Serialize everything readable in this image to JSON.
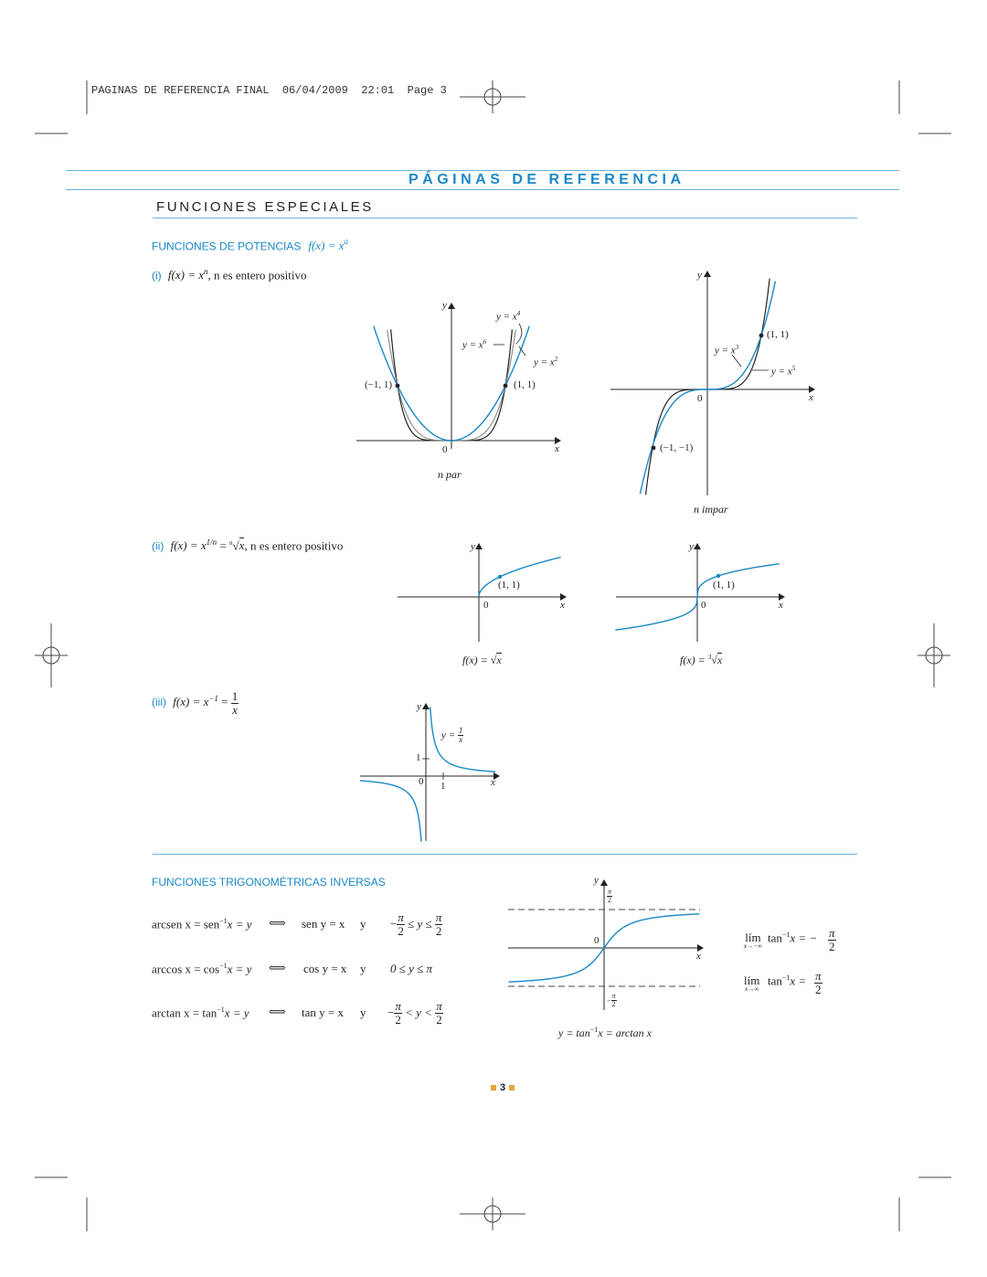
{
  "slug_line": "PAGINAS DE REFERENCIA FINAL  06/04/2009  22:01  Page 3",
  "header": {
    "title": "PÁGINAS DE REFERENCIA"
  },
  "section": {
    "title": "FUNCIONES ESPECIALES"
  },
  "power": {
    "heading": "FUNCIONES DE POTENCIAS",
    "heading_formula": "f(x) = x",
    "heading_exp": "a",
    "i": {
      "tag": "(i)",
      "formula": "f(x) = x",
      "exp": "n",
      "rest": ", n es entero positivo",
      "even": {
        "caption": "n par",
        "labels": {
          "y4": "y = x",
          "y4e": "4",
          "y6": "y = x",
          "y6e": "6",
          "y2": "y = x",
          "y2e": "2",
          "pneg": "(−1, 1)",
          "ppos": "(1, 1)",
          "origin": "0",
          "xax": "x",
          "yax": "y"
        }
      },
      "odd": {
        "caption": "n impar",
        "labels": {
          "y3": "y = x",
          "y3e": "3",
          "y5": "y = x",
          "y5e": "5",
          "ppos": "(1, 1)",
          "pneg": "(−1, −1)",
          "origin": "0",
          "xax": "x",
          "yax": "y"
        }
      }
    },
    "ii": {
      "tag": "(ii)",
      "formula_a": "f(x) = x",
      "exp": "1/n",
      "formula_b": " = ",
      "root_index": "n",
      "root_arg": "x",
      "rest": ", n es entero positivo",
      "sqrt": {
        "caption_a": "f(x) = ",
        "root_arg": "x",
        "point": "(1, 1)",
        "origin": "0",
        "xax": "x",
        "yax": "y"
      },
      "cbrt": {
        "caption_a": "f(x) = ",
        "root_index": "3",
        "root_arg": "x",
        "point": "(1, 1)",
        "origin": "0",
        "xax": "x",
        "yax": "y"
      }
    },
    "iii": {
      "tag": "(iii)",
      "formula": "f(x) = x",
      "exp": "−1",
      "eq": " = ",
      "num": "1",
      "den": "x",
      "graph": {
        "label_a": "y = ",
        "num": "1",
        "den": "x",
        "one_y": "1",
        "one_x": "1",
        "origin": "0",
        "xax": "x",
        "yax": "y"
      }
    }
  },
  "trig": {
    "heading": "FUNCIONES TRIGONOMÉTRICAS INVERSAS",
    "rows": [
      {
        "left": "arcsen x = sen",
        "exp": "−1",
        "mid": "x = y",
        "arrow": "⟺",
        "right": "sen y = x",
        "and": "y",
        "cond_pre": "−",
        "cond_num": "π",
        "cond_den": "2",
        "cond_mid": " ≤ y ≤ ",
        "cond_num2": "π",
        "cond_den2": "2"
      },
      {
        "left": "arccos x = cos",
        "exp": "−1",
        "mid": "x = y",
        "arrow": "⟺",
        "right": "cos y = x",
        "and": "y",
        "cond_full": "0 ≤ y ≤ π"
      },
      {
        "left": "arctan x = tan",
        "exp": "−1",
        "mid": "x = y",
        "arrow": "⟺",
        "right": "tan y = x",
        "and": "y",
        "cond_pre": "−",
        "cond_num": "π",
        "cond_den": "2",
        "cond_mid": " < y < ",
        "cond_num2": "π",
        "cond_den2": "2"
      }
    ],
    "graph": {
      "caption_a": "y = tan",
      "caption_exp": "−1",
      "caption_b": "x = arctan x",
      "top_num": "π",
      "top_den": "2",
      "bot_pre": "−",
      "bot_num": "π",
      "bot_den": "2",
      "origin": "0",
      "xax": "x",
      "yax": "y"
    },
    "limits": [
      {
        "lim": "lím",
        "sub": "x→−∞",
        "expr": "tan",
        "exp": "−1",
        "expr2": "x = −",
        "num": "π",
        "den": "2"
      },
      {
        "lim": "lím",
        "sub": "x→∞",
        "expr": "tan",
        "exp": "−1",
        "expr2": "x = ",
        "num": "π",
        "den": "2"
      }
    ]
  },
  "page_number": "3",
  "colors": {
    "accent": "#1a88c6",
    "rule": "#6fb3dc",
    "page_marker": "#e8a33b"
  }
}
